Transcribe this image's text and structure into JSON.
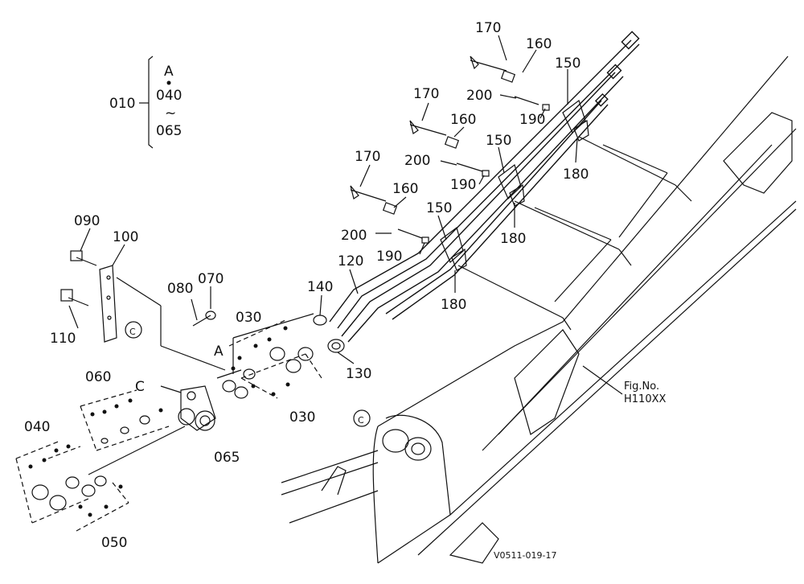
{
  "labels": {
    "l010": "010",
    "lA_top": "A",
    "l040_top": "040",
    "ltilde": "~",
    "l065_top": "065",
    "l170a": "170",
    "l160a": "160",
    "l150a": "150",
    "l200a": "200",
    "l190a": "190",
    "l180a": "180",
    "l170b": "170",
    "l160b": "160",
    "l150b": "150",
    "l200b": "200",
    "l190b": "190",
    "l180b": "180",
    "l170c": "170",
    "l160c": "160",
    "l150c": "150",
    "l200c": "200",
    "l190c": "190",
    "l180c": "180",
    "l120": "120",
    "l140": "140",
    "l130": "130",
    "l090": "090",
    "l100": "100",
    "l110": "110",
    "lC_plate": "C",
    "l080": "080",
    "l070": "070",
    "l030a": "030",
    "l030b": "030",
    "lA_mid": "A",
    "l060": "060",
    "lC_mid": "C",
    "l065": "065",
    "l040": "040",
    "l050": "050",
    "lC_frame": "C",
    "fig_label": "Fig.No.",
    "fig_no": "H110XX",
    "code": "V0511-019-17"
  }
}
